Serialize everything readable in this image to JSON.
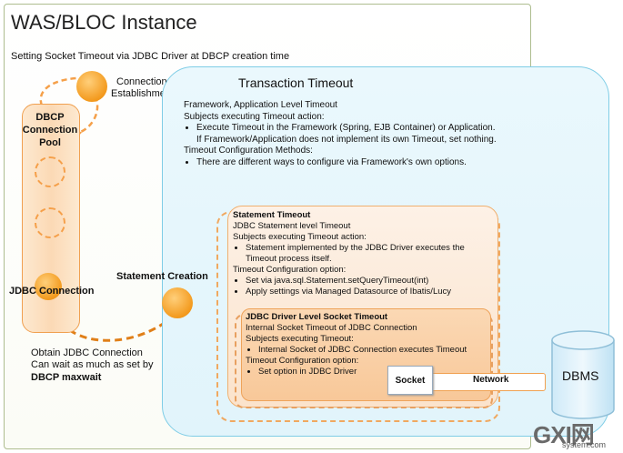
{
  "header": {
    "title": "WAS/BLOC Instance",
    "subtitle": "Setting Socket Timeout via JDBC Driver at DBCP creation time"
  },
  "pool": {
    "label": "DBCP Connection Pool",
    "connection_label_1": "Connection",
    "connection_label_2": "Establishment",
    "jdbc_connection": "JDBC Connection"
  },
  "obtain": {
    "line1": "Obtain JDBC Connection",
    "line2": "Can wait as much as set by",
    "line3": "DBCP maxwait"
  },
  "statement_creation": "Statement Creation",
  "transaction": {
    "title": "Transaction Timeout",
    "line1": "Framework, Application Level Timeout",
    "line2": "Subjects executing Timeout action:",
    "bullet1": "Execute Timeout in the Framework (Spring, EJB Container) or Application.",
    "bullet1b": "If Framework/Application does not implement its own Timeout, set nothing.",
    "line3": "Timeout Configuration Methods:",
    "bullet2": "There are different ways to configure via Framework's own options."
  },
  "statement": {
    "title": "Statement Timeout",
    "line1": "JDBC Statement level Timeout",
    "line2": "Subjects executing Timeout action:",
    "bullet1": "Statement implemented by the JDBC Driver executes the Timeout process itself.",
    "line3": "Timeout Configuration option:",
    "bullet2": "Set via java.sql.Statement.setQueryTimeout(int)",
    "bullet3": "Apply settings via Managed Datasource of Ibatis/Lucy"
  },
  "driver": {
    "title": "JDBC Driver Level Socket Timeout",
    "line1": "Internal Socket Timeout of JDBC Connection",
    "line2": "Subjects executing Timeout:",
    "bullet1": "Internal Socket of JDBC Connection executes Timeout",
    "line3": "Timeout Configuration option:",
    "bullet2": "Set option in JDBC Driver"
  },
  "socket": "Socket",
  "network": "Network",
  "dbms": "DBMS",
  "watermark": {
    "logo": "GXI网",
    "site": "system.com"
  },
  "colors": {
    "orange": "#f39a1e",
    "tx_blue": "#7fcde6",
    "outer_green": "#aebd8f"
  }
}
